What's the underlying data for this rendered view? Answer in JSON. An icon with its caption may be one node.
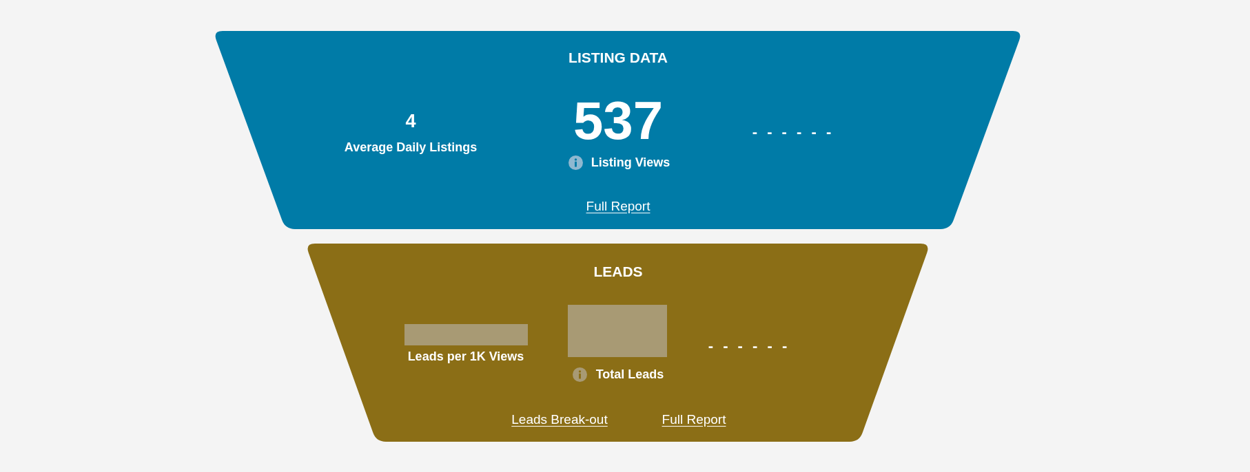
{
  "diagram": {
    "nodes": [
      {
        "text": [
          "LISTING DATA",
          "4",
          "Average Daily Listings",
          "537",
          "Listing Views",
          "- - - - - -",
          "Full Report"
        ]
      },
      {
        "text": [
          "LEADS",
          "Leads per 1K Views",
          "Total Leads",
          "- - - - - -",
          "Leads Break-out",
          "Full Report"
        ]
      }
    ]
  }
}
